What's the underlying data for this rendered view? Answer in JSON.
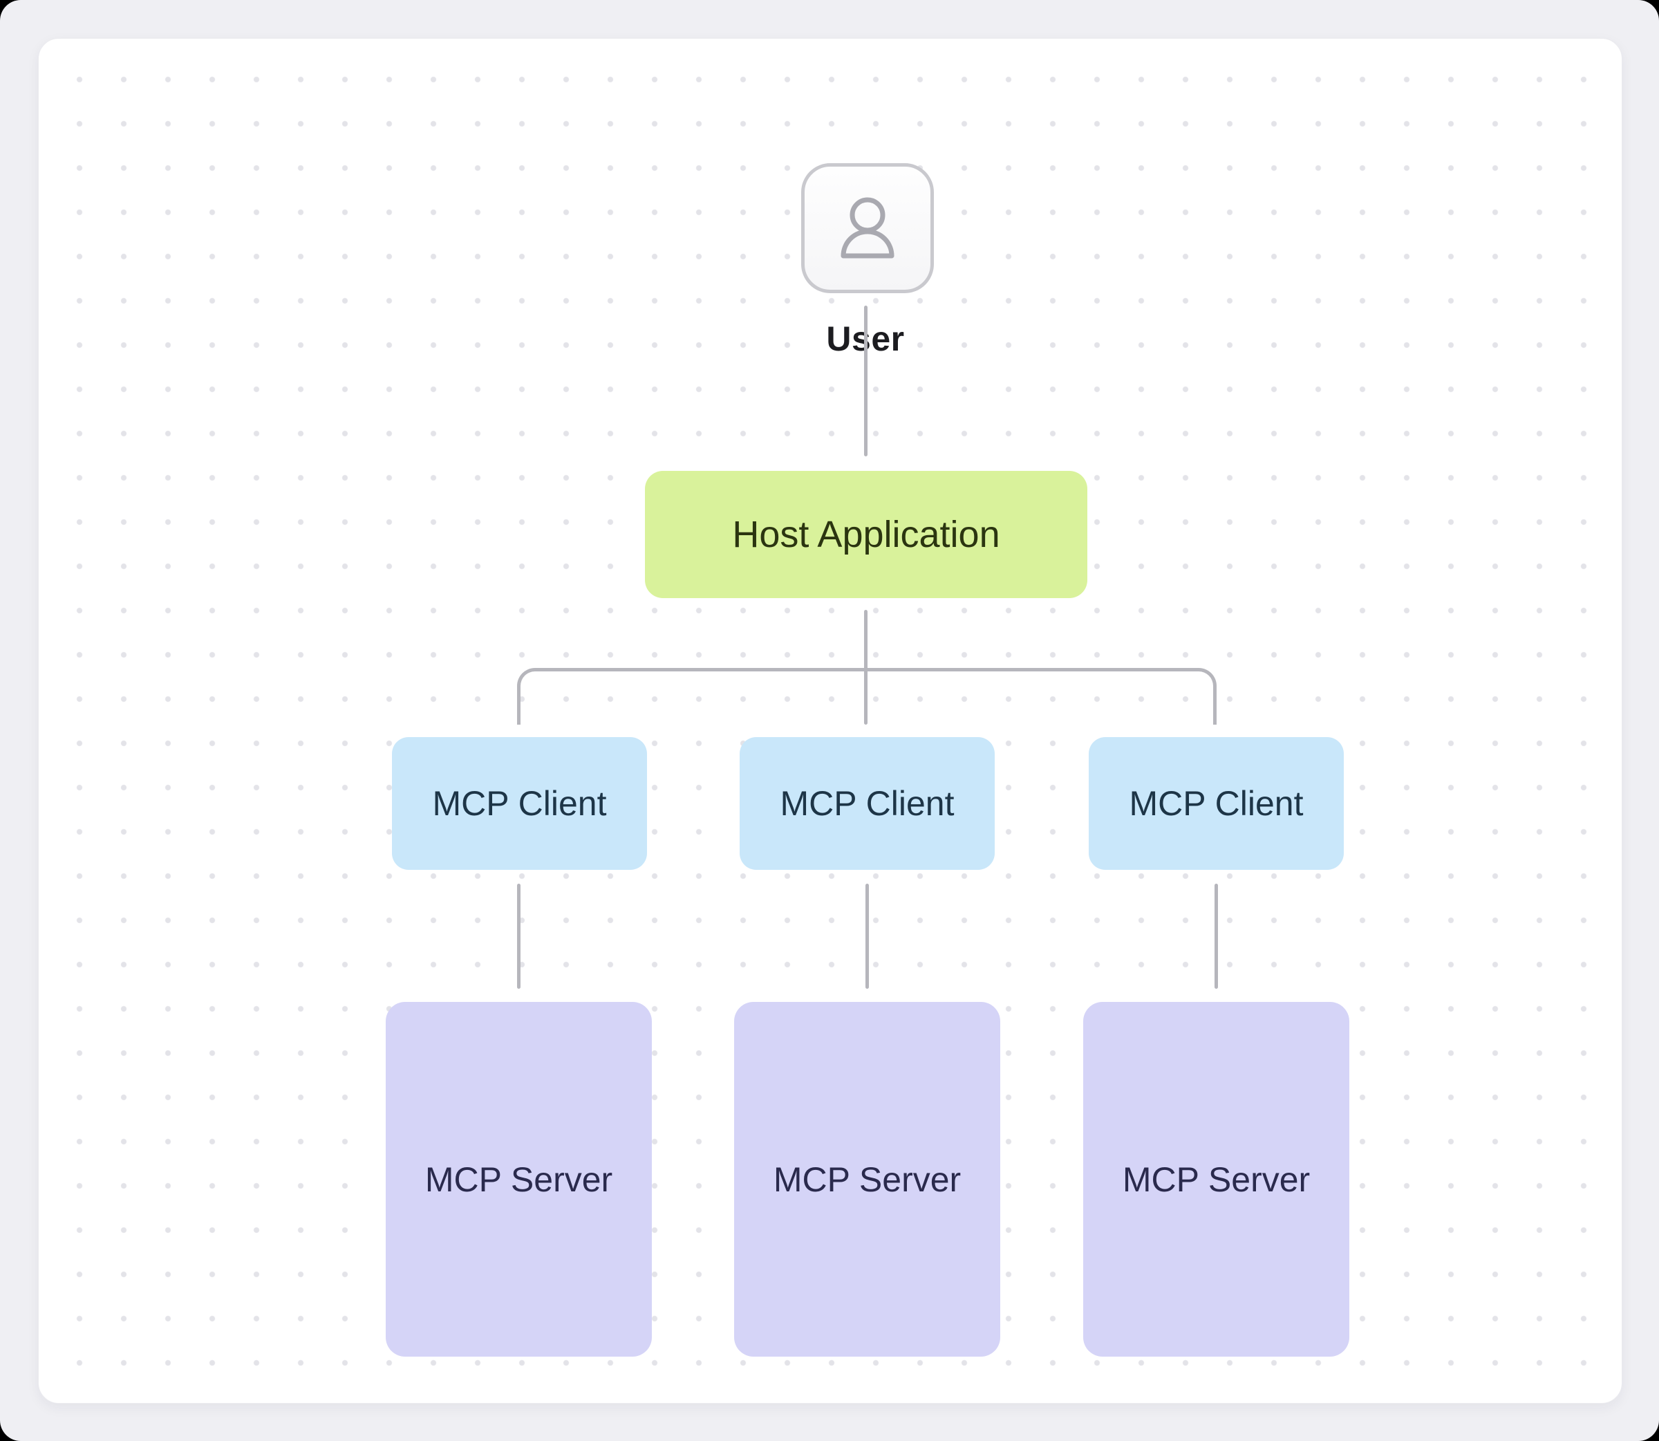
{
  "diagram": {
    "user": {
      "label": "User"
    },
    "host": {
      "label": "Host Application"
    },
    "clients": [
      {
        "label": "MCP Client"
      },
      {
        "label": "MCP Client"
      },
      {
        "label": "MCP Client"
      }
    ],
    "servers": [
      {
        "label": "MCP Server"
      },
      {
        "label": "MCP Server"
      },
      {
        "label": "MCP Server"
      }
    ]
  },
  "colors": {
    "page_bg": "#efeff3",
    "card_bg": "#ffffff",
    "canvas_dot": "#e3e3e8",
    "connector": "#b6b6bc",
    "host_fill": "#d9f29b",
    "host_text": "#2b3510",
    "client_fill": "#c9e7fa",
    "client_text": "#1d3547",
    "server_fill": "#d5d4f7",
    "server_text": "#2a2a4d",
    "icon_border": "#c9c9ce",
    "icon_stroke": "#a9a9b0",
    "user_label_text": "#1c1c20"
  }
}
